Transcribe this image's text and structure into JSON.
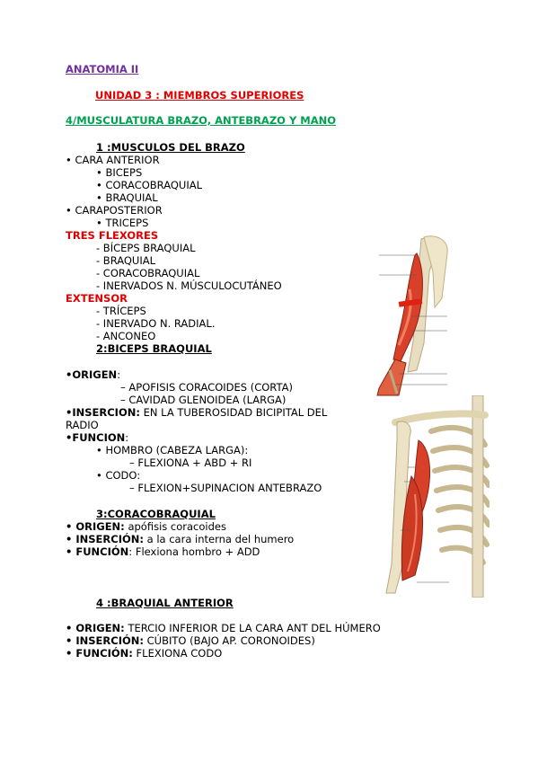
{
  "header": {
    "course": "ANATOMIA II",
    "unit": "UNIDAD 3 : MIEMBROS SUPERIORES",
    "topic": "4/MUSCULATURA BRAZO, ANTEBRAZO Y MANO"
  },
  "section1": {
    "title": "1 :MUSCULOS DEL BRAZO",
    "anterior": "• CARA ANTERIOR",
    "anterior_items": [
      "• BICEPS",
      "• CORACOBRAQUIAL",
      "• BRAQUIAL"
    ],
    "posterior": "• CARAPOSTERIOR",
    "posterior_items": [
      "• TRICEPS"
    ],
    "flexores_title": "TRES FLEXORES",
    "flexores_items": [
      "- BÍCEPS BRAQUIAL",
      "- BRAQUIAL",
      "- CORACOBRAQUIAL",
      "- INERVADOS N. MÚSCULOCUTÁNEO"
    ],
    "extensor_title": "EXTENSOR",
    "extensor_items": [
      "- TRÍCEPS",
      "- INERVADO N. RADIAL.",
      "- ANCONEO"
    ]
  },
  "section2": {
    "title": "2:BICEPS BRAQUIAL",
    "origen_label": "•ORIGEN",
    "origen_colon": ":",
    "origen_items": [
      "– APOFISIS CORACOIDES (CORTA)",
      "– CAVIDAD GLENOIDEA (LARGA)"
    ],
    "insercion_label": "•INSERCION:",
    "insercion_text": " EN LA TUBEROSIDAD BICIPITAL DEL",
    "insercion_text2": "RADIO",
    "funcion_label": "•FUNCION",
    "funcion_colon": ":",
    "hombro": "• HOMBRO (CABEZA LARGA):",
    "hombro_item": "– FLEXIONA + ABD + RI",
    "codo": "• CODO:",
    "codo_item": "– FLEXION+SUPINACION ANTEBRAZO"
  },
  "section3": {
    "title": "3:CORACOBRAQUIAL",
    "rows": [
      {
        "label": "• ORIGEN:",
        "text": " apófisis coracoides"
      },
      {
        "label": "• INSERCIÓN:",
        "text": " a la cara interna del humero"
      },
      {
        "label": "• FUNCIÓN",
        "text": ": Flexiona hombro + ADD"
      }
    ]
  },
  "section4": {
    "title": "4 :BRAQUIAL ANTERIOR",
    "rows": [
      {
        "label": "• ORIGEN:",
        "text": " TERCIO INFERIOR DE LA CARA ANT DEL HÚMERO"
      },
      {
        "label": "• INSERCIÓN:",
        "text": " CÚBITO (BAJO AP. CORONOIDES)"
      },
      {
        "label": "• FUNCIÓN:",
        "text": " FLEXIONA CODO"
      }
    ]
  },
  "colors": {
    "purple": "#7030a0",
    "red": "#e00000",
    "green": "#00a050",
    "muscle": "#d8402a",
    "bone": "#e8ddc0"
  }
}
